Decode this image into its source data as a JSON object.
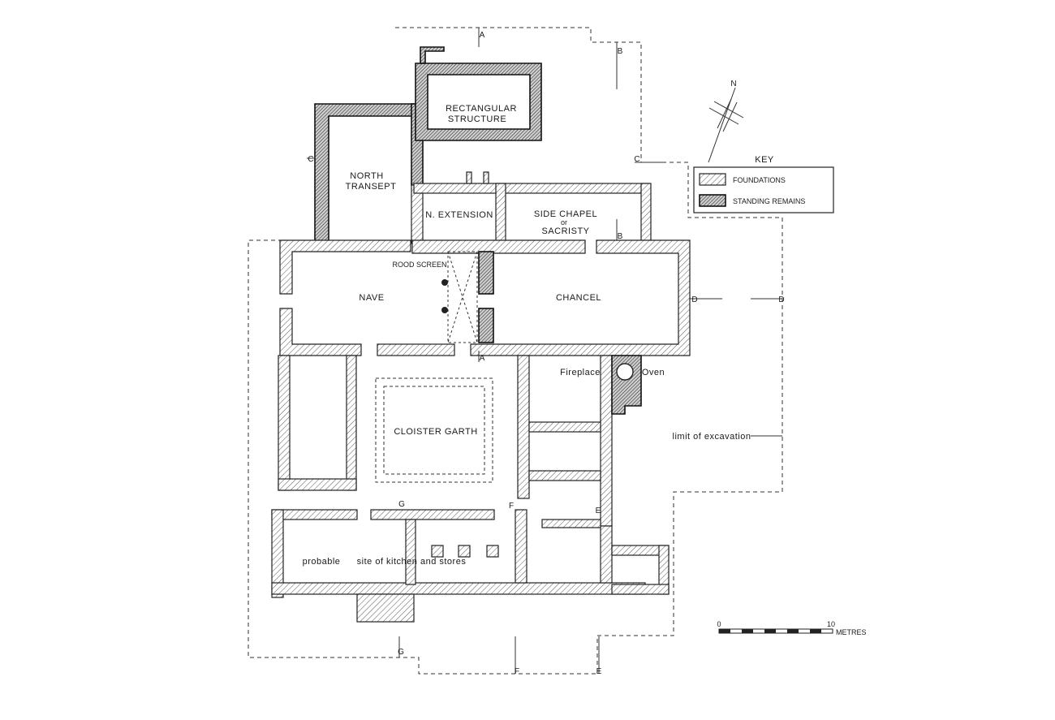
{
  "rooms": {
    "rectangular_structure_1": "RECTANGULAR",
    "rectangular_structure_2": "STRUCTURE",
    "north_transept_1": "NORTH",
    "north_transept_2": "TRANSEPT",
    "n_extension": "N.  EXTENSION",
    "side_chapel_1": "SIDE  CHAPEL",
    "side_chapel_or": "or",
    "side_chapel_2": "SACRISTY",
    "rood_screen": "ROOD SCREEN",
    "nave": "NAVE",
    "chancel": "CHANCEL",
    "fireplace": "Fireplace",
    "oven": "Oven",
    "cloister_garth": "CLOISTER  GARTH",
    "kitchen_1": "probable",
    "kitchen_2": "site of kitchen and stores",
    "limit": "limit of excavation"
  },
  "sections": {
    "A": "A",
    "B": "B",
    "C": "C",
    "D": "D",
    "E": "E",
    "F": "F",
    "G": "G"
  },
  "north_arrow": {
    "label": "N"
  },
  "key": {
    "title": "KEY",
    "items": [
      {
        "label": "FOUNDATIONS",
        "style": "foundations"
      },
      {
        "label": "STANDING REMAINS",
        "style": "standing"
      }
    ]
  },
  "scale_bar": {
    "start": "0",
    "end": "10",
    "unit": "METRES"
  },
  "colors": {
    "ink": "#1a1a1a",
    "paper": "#ffffff"
  }
}
